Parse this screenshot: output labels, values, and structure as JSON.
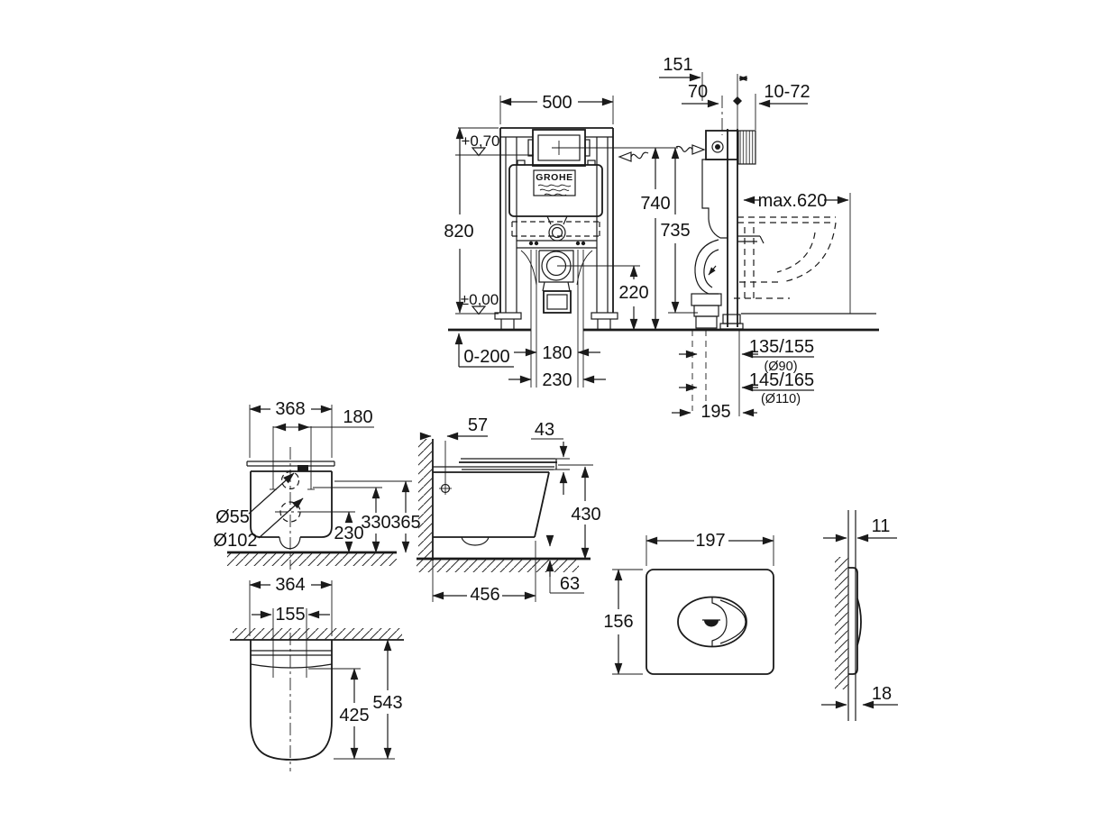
{
  "frame_front": {
    "width": "500",
    "height": "820",
    "level_top": "+0,70",
    "level_zero": "±0,00",
    "height_to_actuator": "740",
    "height_to_plate": "735",
    "outlet_height": "220",
    "foot_adjustment": "0-200",
    "outlet_spacing": "180",
    "opening_width": "230",
    "logo": "GROHE"
  },
  "frame_side": {
    "depth": "151",
    "pipe_offset": "70",
    "wall_thickness_range": "10-72",
    "max_projection": "max.620",
    "outlet_height_a": "135/155",
    "outlet_pipe_a": "(Ø90)",
    "outlet_height_b": "145/165",
    "outlet_pipe_b": "(Ø110)",
    "outlet_distance": "195"
  },
  "bowl_front": {
    "width": "368",
    "bolt_spacing": "180",
    "inlet_diameter": "Ø55",
    "outlet_diameter": "Ø102",
    "outlet_height": "230",
    "bolt_height": "330",
    "rim_height": "365"
  },
  "bowl_side": {
    "seat_fixing": "57",
    "seat_thickness": "43",
    "height": "430",
    "depth": "456",
    "clearance": "63"
  },
  "bowl_top": {
    "width": "364",
    "fixing_spacing": "155",
    "depth": "543",
    "seat_depth": "425"
  },
  "plate_front": {
    "width": "197",
    "height": "156"
  },
  "plate_side": {
    "min_depth": "11",
    "max_depth": "18"
  }
}
